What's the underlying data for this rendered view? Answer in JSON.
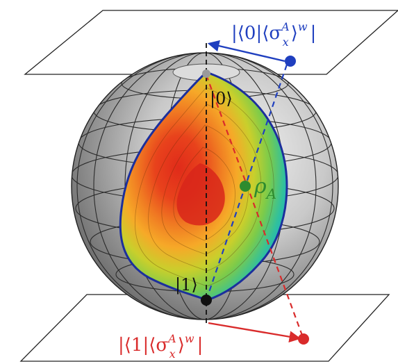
{
  "labels": {
    "top_label": "|⟨0|⟨σ",
    "top_sub": "A",
    "top_base": "x",
    "top_sup": "w",
    "top_close": "|",
    "bottom_label": "|⟨1|⟨σ",
    "bottom_sub": "A",
    "bottom_base": "x",
    "bottom_sup": "w",
    "bottom_close": "|",
    "ket0": "|0⟩",
    "ket1": "|1⟩",
    "rho": "ρ",
    "rho_sub": "A"
  },
  "colors": {
    "blue": "#1f3fbf",
    "red": "#d92b2b",
    "green": "#2e8b2e",
    "black": "#111111",
    "sphere_gray": "#bdbdbd"
  }
}
